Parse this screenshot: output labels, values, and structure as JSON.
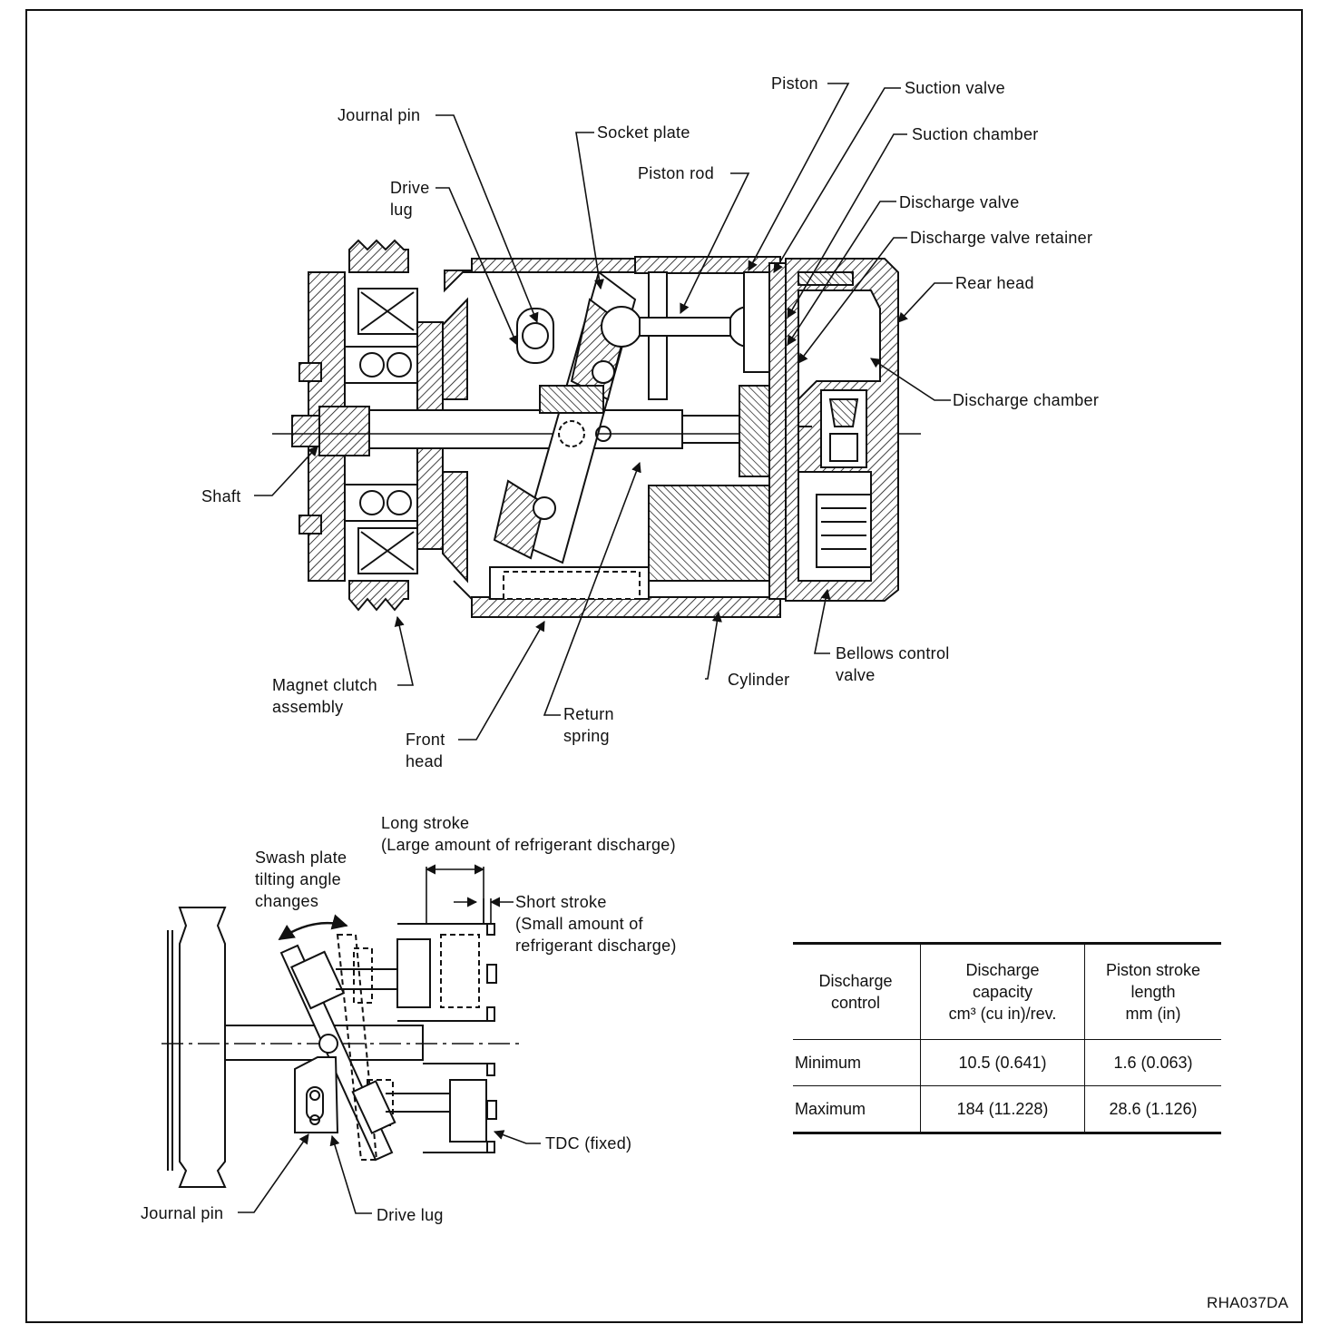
{
  "figure_code": "RHA037DA",
  "top_diagram": {
    "labels": {
      "piston": "Piston",
      "suction_valve": "Suction valve",
      "journal_pin": "Journal pin",
      "socket_plate": "Socket plate",
      "suction_chamber": "Suction chamber",
      "piston_rod": "Piston rod",
      "drive_lug": "Drive\nlug",
      "discharge_valve": "Discharge valve",
      "discharge_valve_retainer": "Discharge valve retainer",
      "rear_head": "Rear head",
      "discharge_chamber": "Discharge chamber",
      "shaft": "Shaft",
      "magnet_clutch": "Magnet clutch\nassembly",
      "cylinder": "Cylinder",
      "bellows_control_valve": "Bellows control\nvalve",
      "front_head": "Front\nhead",
      "return_spring": "Return\nspring"
    }
  },
  "bottom_diagram": {
    "labels": {
      "long_stroke": "Long stroke\n(Large amount of refrigerant discharge)",
      "swash_plate": "Swash plate\ntilting angle\nchanges",
      "short_stroke": "Short stroke\n(Small amount of\nrefrigerant discharge)",
      "tdc": "TDC (fixed)",
      "journal_pin": "Journal pin",
      "drive_lug": "Drive lug"
    }
  },
  "spec_table": {
    "headers": [
      [
        "Discharge",
        "control"
      ],
      [
        "Discharge",
        "capacity",
        "cm³ (cu in)/rev."
      ],
      [
        "Piston stroke",
        "length",
        "mm (in)"
      ]
    ],
    "rows": [
      [
        "Minimum",
        "10.5 (0.641)",
        "1.6 (0.063)"
      ],
      [
        "Maximum",
        "184 (11.228)",
        "28.6 (1.126)"
      ]
    ]
  }
}
